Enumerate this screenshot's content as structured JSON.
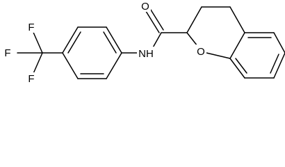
{
  "molecule": {
    "atoms": {
      "carbonyl_oxygen": "O",
      "ring_oxygen": "O",
      "amide_nitrogen": "NH",
      "fluorine_top": "F",
      "fluorine_left": "F",
      "fluorine_bottom": "F"
    }
  }
}
